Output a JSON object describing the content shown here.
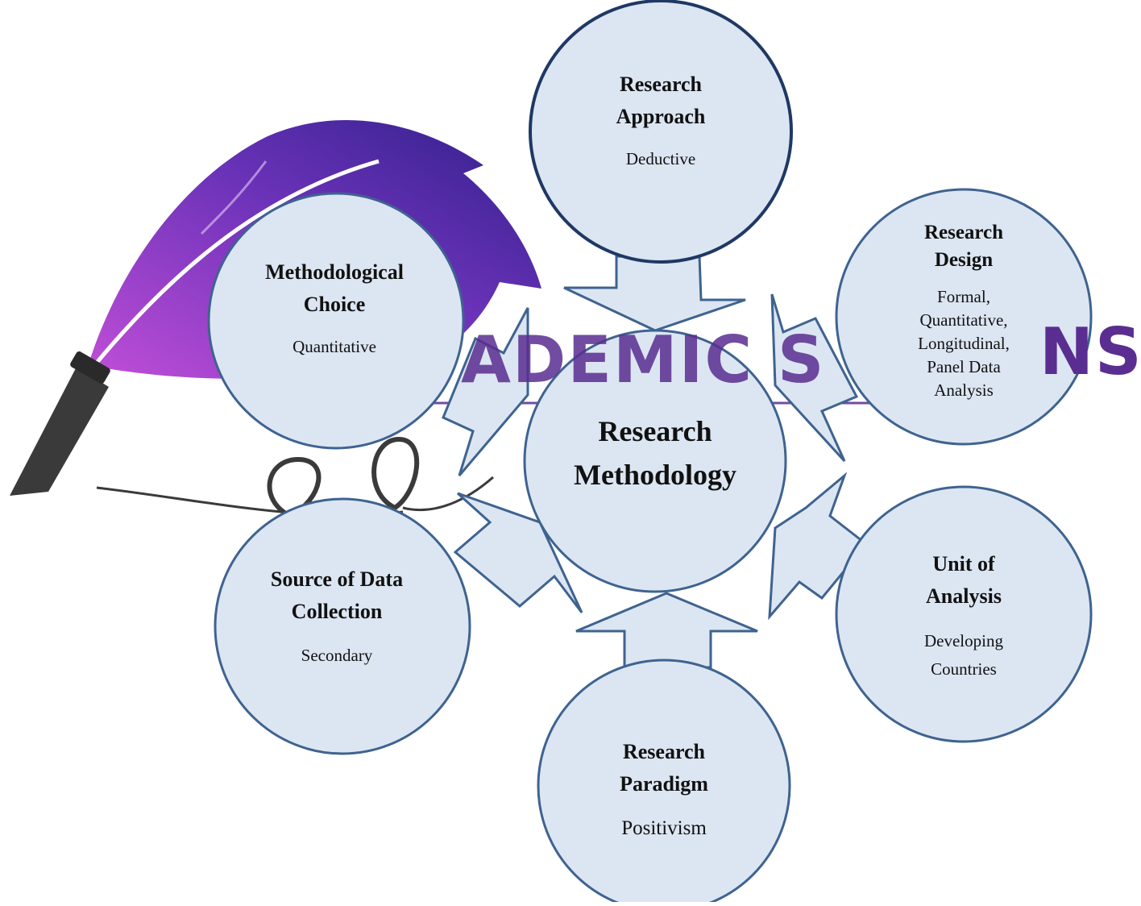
{
  "diagram": {
    "center": {
      "title_line1": "Research",
      "title_line2": "Methodology"
    },
    "nodes": {
      "approach": {
        "title": [
          "Research",
          "Approach"
        ],
        "detail": [
          "Deductive"
        ]
      },
      "design": {
        "title": [
          "Research",
          "Design"
        ],
        "detail": [
          "Formal,",
          "Quantitative,",
          "Longitudinal,",
          "Panel Data",
          "Analysis"
        ]
      },
      "unit": {
        "title": [
          "Unit of",
          "Analysis"
        ],
        "detail": [
          "Developing",
          "Countries"
        ]
      },
      "paradigm": {
        "title": [
          "Research",
          "Paradigm"
        ],
        "detail": [
          "Positivism"
        ]
      },
      "source": {
        "title": [
          "Source of Data",
          "Collection"
        ],
        "detail": [
          "Secondary"
        ]
      },
      "choice": {
        "title": [
          "Methodological",
          "Choice"
        ],
        "detail": [
          "Quantitative"
        ]
      }
    }
  },
  "watermark": {
    "visible_text": "ADEMIC S",
    "visible_text_end": "NS"
  },
  "colors": {
    "circle_fill": "#dce6f2",
    "circle_stroke": "#3f6390",
    "top_circle_stroke": "#1f3864",
    "arrow_fill": "#dce6f2",
    "arrow_stroke": "#3f6390",
    "feather_light": "#b04fd0",
    "feather_dark": "#3a2390"
  }
}
